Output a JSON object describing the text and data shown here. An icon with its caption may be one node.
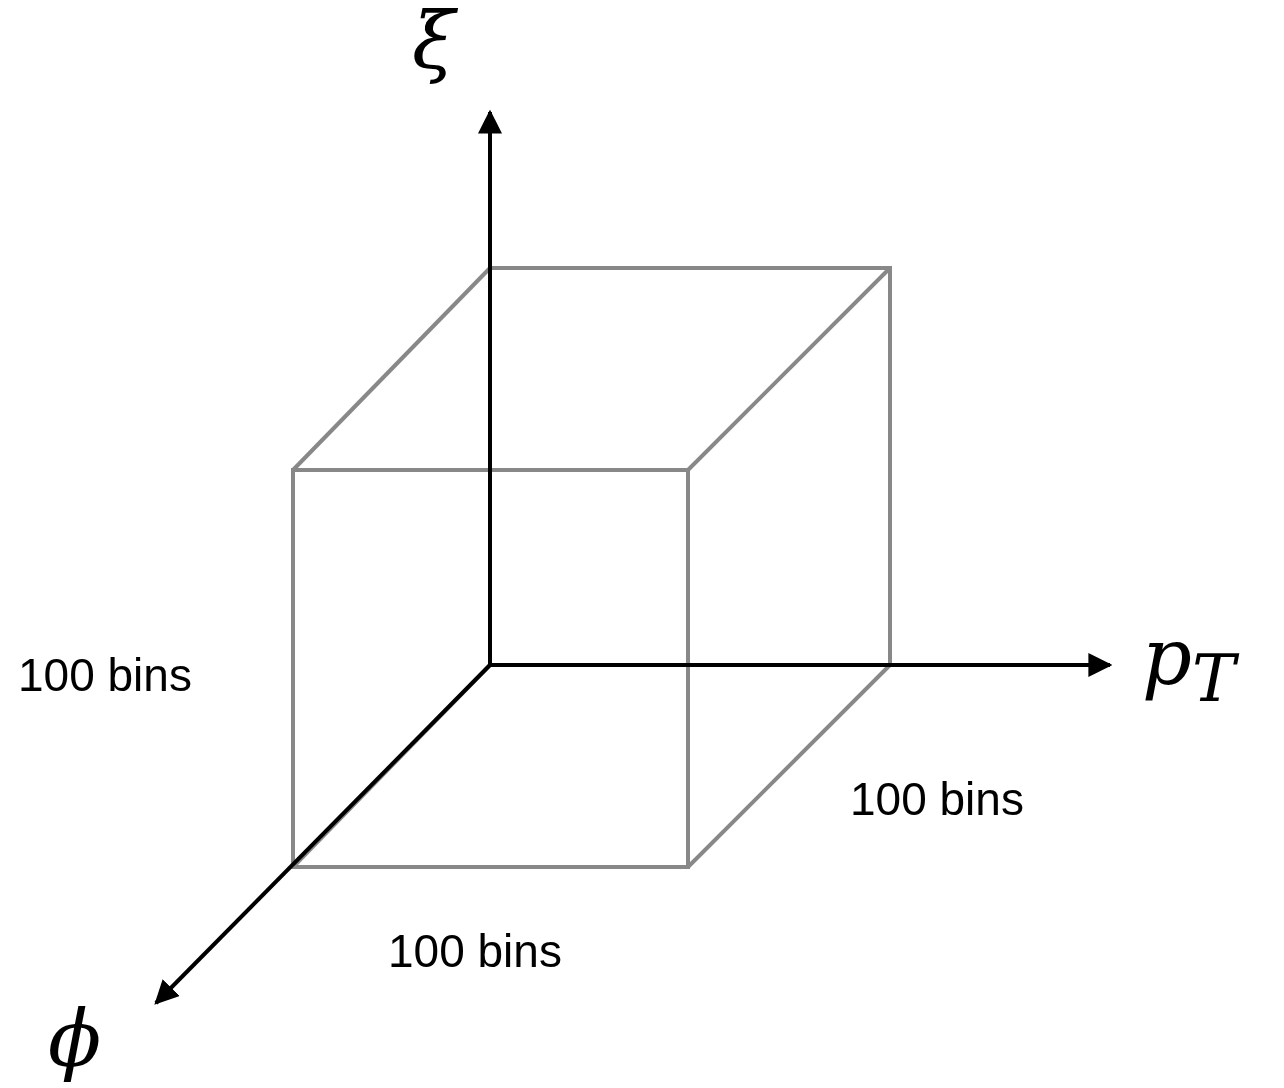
{
  "diagram": {
    "labels": [
      "ξ",
      "100 bins",
      "p$_{T}$",
      "100 bins",
      "100 bins",
      "ϕ"
    ]
  }
}
